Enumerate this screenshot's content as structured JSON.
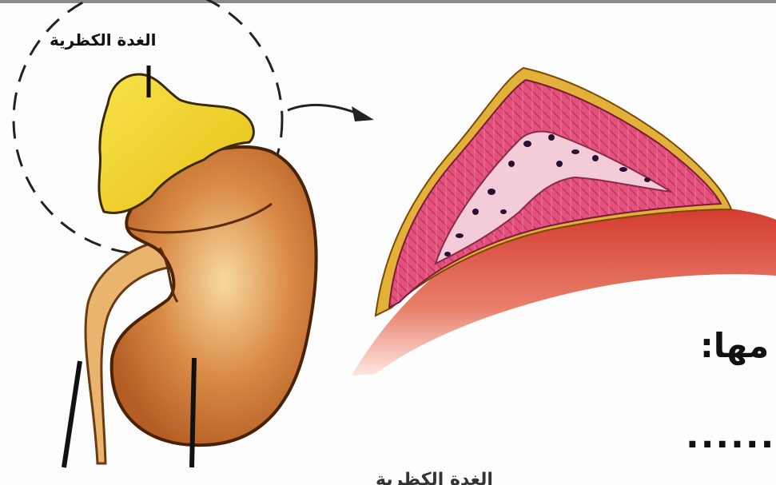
{
  "labels": {
    "gland_label": "الغدة الكظرية",
    "side_fragment": "مها:",
    "dots": "........",
    "bottom_cut": "الغدة الكظرية"
  },
  "colors": {
    "gland": "#f2d21a",
    "kidney": "#cf7a3a",
    "ureter": "#e8b06a",
    "cortex_pink": "#e04f7a",
    "medulla": "#f1c6d6",
    "capsule": "#d9a22a",
    "base_red": "#c83a2a"
  }
}
